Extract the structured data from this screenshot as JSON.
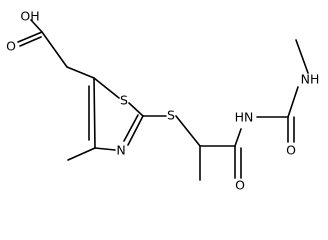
{
  "molecule": {
    "atoms": {
      "oh": "OH",
      "carbonyl_o_acid": "O",
      "ring_s": "S",
      "thioether_s": "S",
      "ring_n": "N",
      "amide_nh": "HN",
      "urea_nh": "NH",
      "amide_o": "O",
      "urea_o": "O"
    }
  },
  "colors": {
    "bond": "#000000",
    "label": "#000000",
    "background": "#ffffff"
  }
}
